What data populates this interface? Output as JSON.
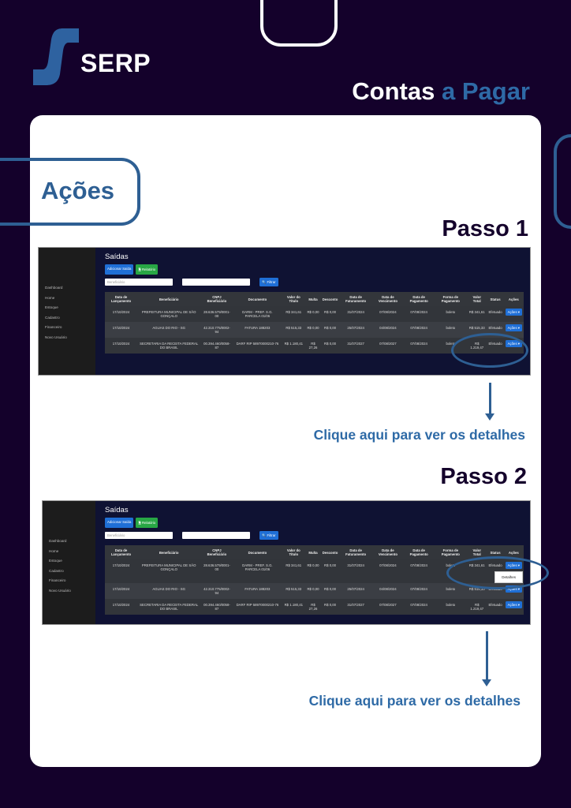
{
  "brand": {
    "name": "SERP"
  },
  "header": {
    "title_part1": "Contas",
    "title_part2": "a Pagar"
  },
  "section": {
    "title": "Ações"
  },
  "steps": [
    {
      "label": "Passo 1",
      "caption": "Clique aqui para ver os detalhes"
    },
    {
      "label": "Passo 2",
      "caption": "Clique aqui para ver os detalhes"
    }
  ],
  "app": {
    "sidebar": [
      "Dashboard",
      "Home",
      "Estoque",
      "Cadastro",
      "Financeiro",
      "Novo Usuário"
    ],
    "page_title": "Saídas",
    "add_button": "Adicionar Saída",
    "report_button": "Relatório",
    "beneficiary_placeholder": "Beneficiário",
    "filter_button": "Filtrar",
    "columns": [
      "Data de Lançamento",
      "Beneficiário",
      "CNPJ Beneficiário",
      "Documento",
      "Valor do Título",
      "Multa",
      "Desconto",
      "Data de Faturamento",
      "Data de Vencimento",
      "Data de Pagamento",
      "Forma de Pagamento",
      "Valor Total",
      "Status",
      "Ações"
    ],
    "rows": [
      [
        "17/10/2024",
        "PREFEITURA MUNICIPAL DE SÃO GONÇALO",
        "28.636.579/0001-00",
        "DARM - PREF. S.G. PARCELA 01/06",
        "R$ 341,61",
        "R$ 0,00",
        "R$ 0,00",
        "31/07/2024",
        "07/08/2024",
        "07/08/2024",
        "boleto",
        "R$ 341,61",
        "Efetuado",
        "Ações"
      ],
      [
        "17/10/2024",
        "AGUAS DO RIO - SG",
        "42.310.775/0002-94",
        "FATURA 188203",
        "R$ 515,33",
        "R$ 0,00",
        "R$ 0,00",
        "25/07/2024",
        "04/08/2024",
        "07/08/2024",
        "boleto",
        "R$ 515,33",
        "Efetuado",
        "Ações"
      ],
      [
        "17/10/2024",
        "SECRETARIA DA RECEITA FEDERAL DO BRASIL",
        "00.394.460/0058-87",
        "DARF RIP 58970000210-76",
        "R$ 1.180,41",
        "R$ 27,26",
        "R$ 0,00",
        "31/07/2027",
        "07/08/2027",
        "07/08/2024",
        "boleto",
        "R$ 1.219,47",
        "Efetuado",
        "Ações"
      ]
    ],
    "dropdown_item": "Detalhes"
  }
}
